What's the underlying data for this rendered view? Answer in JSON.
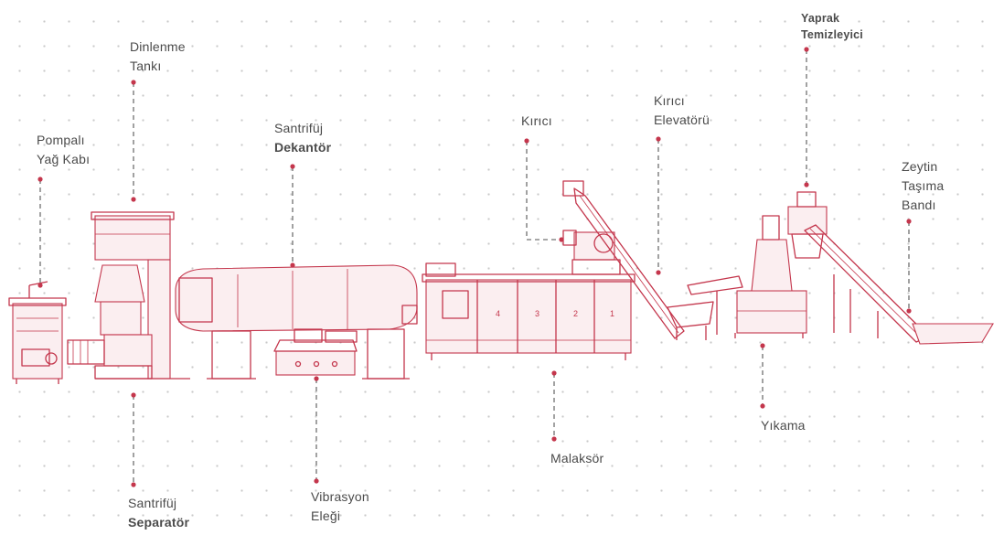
{
  "colors": {
    "machine": "#c4364c",
    "text": "#4b4b4b",
    "leader": "#8a8a8a",
    "dot": "#c4364c"
  },
  "labels": {
    "pompali_yag_kabi": {
      "line1": "Pompalı",
      "line2": "Yağ Kabı"
    },
    "dinlenme_tanki": {
      "line1": "Dinlenme",
      "line2": "Tankı"
    },
    "santrifuj_dekantor": {
      "line1": "Santrifüj",
      "line2": "Dekantör"
    },
    "kirici": {
      "line1": "Kırıcı"
    },
    "kirici_elevatoru": {
      "line1": "Kırıcı",
      "line2": "Elevatörü"
    },
    "yaprak_temizleyici": {
      "line1": "Yaprak",
      "line2": "Temizleyici"
    },
    "zeytin_tasima_bandi": {
      "line1": "Zeytin",
      "line2": "Taşıma",
      "line3": "Bandı"
    },
    "santrifuj_separator": {
      "line1": "Santrifüj",
      "line2": "Separatör"
    },
    "vibrasyon_elegi": {
      "line1": "Vibrasyon",
      "line2": "Eleği"
    },
    "malaksor": {
      "line1": "Malaksör"
    },
    "yikama": {
      "line1": "Yıkama"
    }
  },
  "malaksor_compartments": [
    "4",
    "3",
    "2",
    "1"
  ]
}
